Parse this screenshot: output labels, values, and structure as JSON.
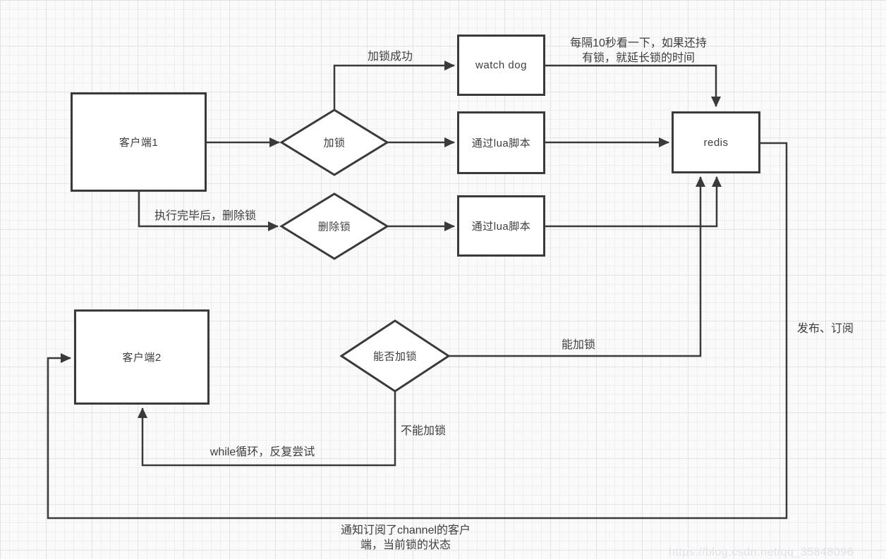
{
  "canvas": {
    "background": "#fafafb",
    "grid_minor_color": "#efeff1",
    "grid_major_color": "#e3e3e7",
    "stroke_color": "#3a3a3a",
    "node_fill": "#ffffff",
    "text_color": "#3d3d3d"
  },
  "nodes": {
    "client1": {
      "label": "客户端1"
    },
    "watchdog": {
      "label": "watch dog"
    },
    "lua_top": {
      "label": "通过lua脚本"
    },
    "lua_bottom": {
      "label": "通过lua脚本"
    },
    "redis": {
      "label": "redis"
    },
    "client2": {
      "label": "客户端2"
    },
    "lock": {
      "label": "加锁"
    },
    "delete_lock": {
      "label": "删除锁"
    },
    "can_lock": {
      "label": "能否加锁"
    }
  },
  "edge_labels": {
    "lock_success": "加锁成功",
    "watchdog_note_line1": "每隔10秒看一下，如果还持",
    "watchdog_note_line2": "有锁，就延长锁的时间",
    "after_exec_delete": "执行完毕后，删除锁",
    "can_acquire": "能加锁",
    "cannot_acquire": "不能加锁",
    "while_retry": "while循环，反复尝试",
    "pub_sub": "发布、订阅",
    "notify_line1": "通知订阅了channel的客户",
    "notify_line2": "端，当前锁的状态"
  },
  "watermark": {
    "text": "https://blog.csdn.net/qq_35848096"
  }
}
